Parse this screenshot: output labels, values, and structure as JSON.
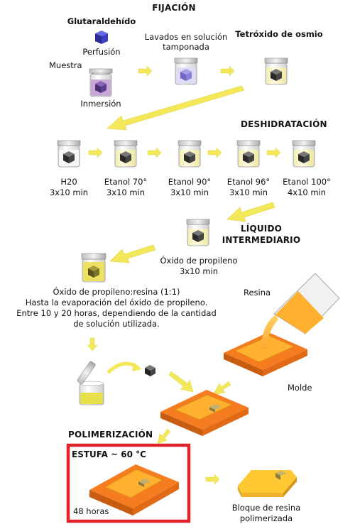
{
  "sections": {
    "fijacion": "FIJACIÓN",
    "deshidratacion": "DESHIDRATACIÓN",
    "liquido_line1": "LÍQUIDO",
    "liquido_line2": "INTERMEDIARIO",
    "polimerizacion": "POLIMERIZACIÓN"
  },
  "fixation": {
    "glutaraldehido": "Glutaraldehído",
    "perfusion": "Perfusión",
    "muestra": "Muestra",
    "inmersion": "Inmersión",
    "lavados_line1": "Lavados en solución",
    "lavados_line2": "tamponada",
    "tetroxido": "Tetróxido de osmio"
  },
  "dehydration": [
    {
      "label": "H20",
      "time": "3x10 min"
    },
    {
      "label": "Etanol 70°",
      "time": "3x10 min"
    },
    {
      "label": "Etanol 90°",
      "time": "3x10 min"
    },
    {
      "label": "Etanol 96°",
      "time": "3x10 min"
    },
    {
      "label": "Etanol 100°",
      "time": "4x10 min"
    }
  ],
  "intermediate": {
    "label": "Óxido de propileno",
    "time": "3x10 min"
  },
  "mixture": {
    "line1": "Óxido de propileno:resina (1:1)",
    "line2": "Hasta la evaporación del óxido de propileno.",
    "line3": "Entre 10 y 20 horas, dependiendo de la cantidad",
    "line4": "de solución utilizada."
  },
  "embedding": {
    "resina": "Resina",
    "molde": "Molde"
  },
  "polymerization": {
    "estufa": "ESTUFA ~ 60 °C",
    "duration": "48 horas",
    "result_line1": "Bloque de resina",
    "result_line2": "polimerizada"
  },
  "colors": {
    "arrow": "#f2e85a",
    "mold": "#f57c1f",
    "resin": "#ffb02e",
    "highlight_box": "#e0242b",
    "sample": "#3a3a3a"
  }
}
